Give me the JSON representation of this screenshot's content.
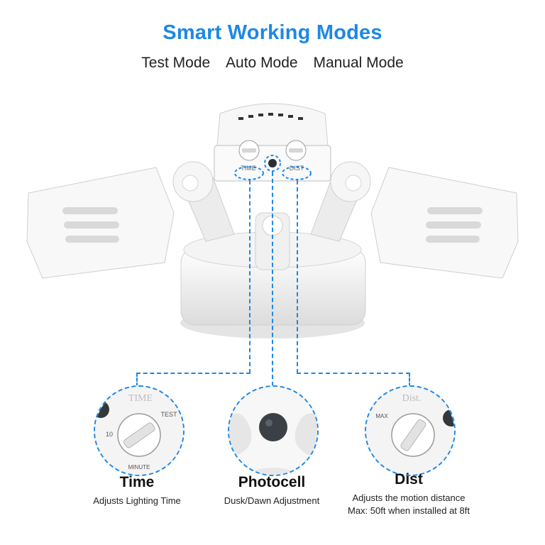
{
  "header": {
    "title": "Smart Working Modes",
    "modes": [
      "Test Mode",
      "Auto Mode",
      "Manual Mode"
    ]
  },
  "product": {
    "dial_time_label": "TIME",
    "dial_dist_label": "DIST"
  },
  "callouts": [
    {
      "dial_text": "TIME",
      "dial_marks": [
        "TEST",
        "10",
        "MINUTE"
      ],
      "name": "Time",
      "description": "Adjusts Lighting Time"
    },
    {
      "name": "Photocell",
      "description": "Dusk/Dawn Adjustment"
    },
    {
      "dial_text": "Dist.",
      "dial_marks": [
        "MAX"
      ],
      "name": "Dist",
      "description": "Adjusts the motion distance",
      "description2": "Max: 50ft when installed at 8ft"
    }
  ],
  "colors": {
    "accent": "#1e88e5",
    "text": "#222222",
    "housing": "#f4f4f4"
  }
}
